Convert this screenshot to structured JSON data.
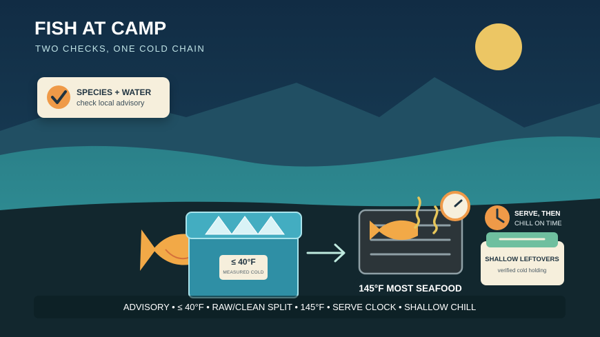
{
  "header": {
    "title": "FISH AT CAMP",
    "subtitle": "TWO CHECKS, ONE COLD CHAIN"
  },
  "check_card": {
    "heading": "SPECIES + WATER",
    "detail": "check local advisory"
  },
  "cooler": {
    "temperature": "≤ 40°F",
    "note": "MEASURED COLD"
  },
  "cooking": {
    "label": "145°F MOST SEAFOOD"
  },
  "serve": {
    "line1": "SERVE, THEN",
    "line2": "CHILL ON TIME"
  },
  "leftovers": {
    "heading": "SHALLOW LEFTOVERS",
    "detail": "verified cold holding"
  },
  "footer": {
    "text": "ADVISORY • ≤ 40°F • RAW/CLEAN SPLIT • 145°F • SERVE CLOCK • SHALLOW CHILL"
  },
  "colors": {
    "sky": "#173a55",
    "water": "#2f8f93",
    "ground": "#12272e",
    "sun": "#ecc664",
    "accent_orange": "#ef9a48",
    "cream": "#f6efdc",
    "cooler_blue": "#2f8fa5",
    "grill": "#2c3539",
    "leftover_lid": "#6fbf9f"
  },
  "icons": [
    "sun-icon",
    "check-icon",
    "fish-icon",
    "ice-icon",
    "arrow-right-icon",
    "grill-icon",
    "steam-icon",
    "thermometer-dial-icon",
    "clock-icon",
    "container-icon"
  ]
}
